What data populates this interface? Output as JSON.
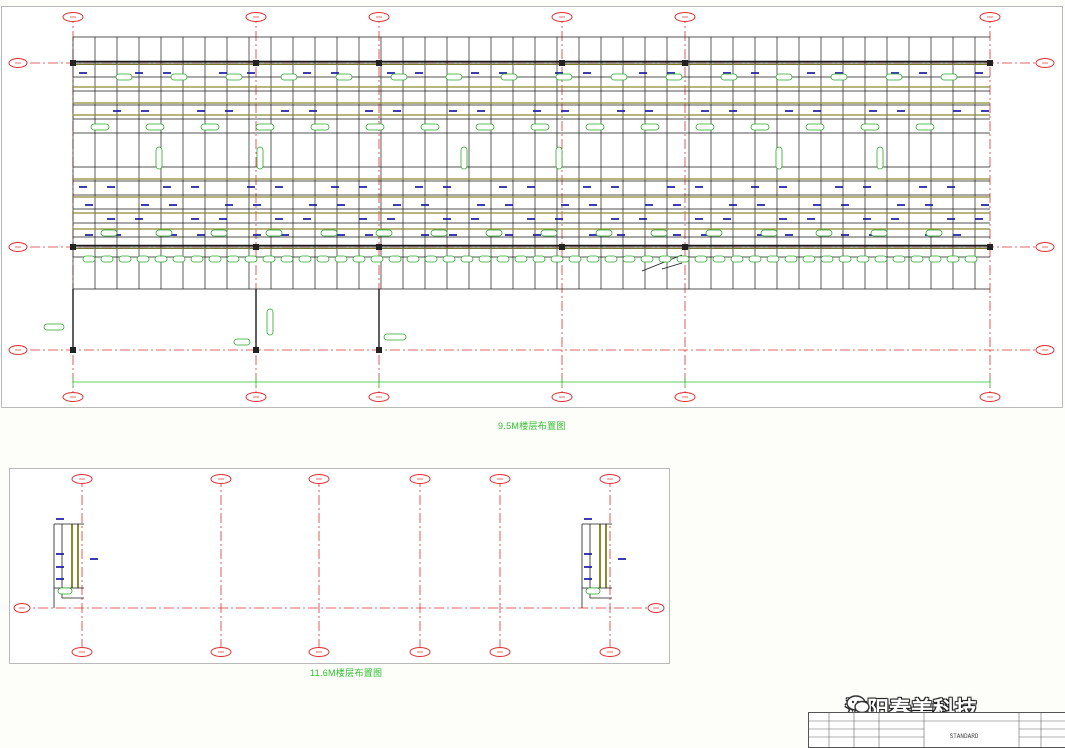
{
  "drawing": {
    "top_title": "9.5M楼层布置图",
    "bottom_title": "11.6M楼层布置图",
    "line_color": "#1a1a1a",
    "axis_color": "#e23030",
    "label_color": "#1a1aa8",
    "tag_color": "#2aa82a"
  },
  "watermark": {
    "text": "沈阳春美科技",
    "icon": "wechat-bubble-icon"
  },
  "title_block": {
    "standard": "STANDARD"
  }
}
